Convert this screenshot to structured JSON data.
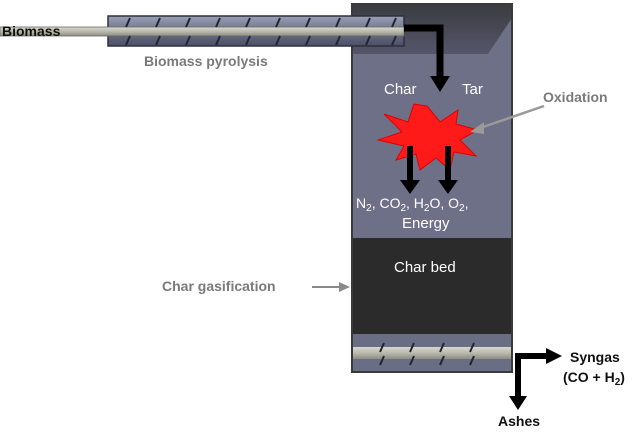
{
  "labels": {
    "biomass": "Biomass",
    "biomass_pyrolysis": "Biomass pyrolysis",
    "char": "Char",
    "tar": "Tar",
    "oxidation": "Oxidation",
    "products": {
      "n": "N",
      "n_sub": "2",
      "co": ", CO",
      "co_sub": "2",
      "h": ", H",
      "h_sub": "2",
      "o": "O, O",
      "o_sub": "2",
      "trail": ","
    },
    "energy": "Energy",
    "char_bed": "Char bed",
    "char_gasification": "Char gasification",
    "syngas": "Syngas",
    "syngas_formula": {
      "open": "(CO + H",
      "sub": "2",
      "close": ")"
    },
    "ashes": "Ashes"
  },
  "colors": {
    "reactor_upper": "#6e7088",
    "char_bed": "#2b2b2b",
    "screw_tube": "#6f7488",
    "explosion": "#ff1a1a",
    "arrow": "#000000",
    "pointer": "#9a9a9a"
  }
}
